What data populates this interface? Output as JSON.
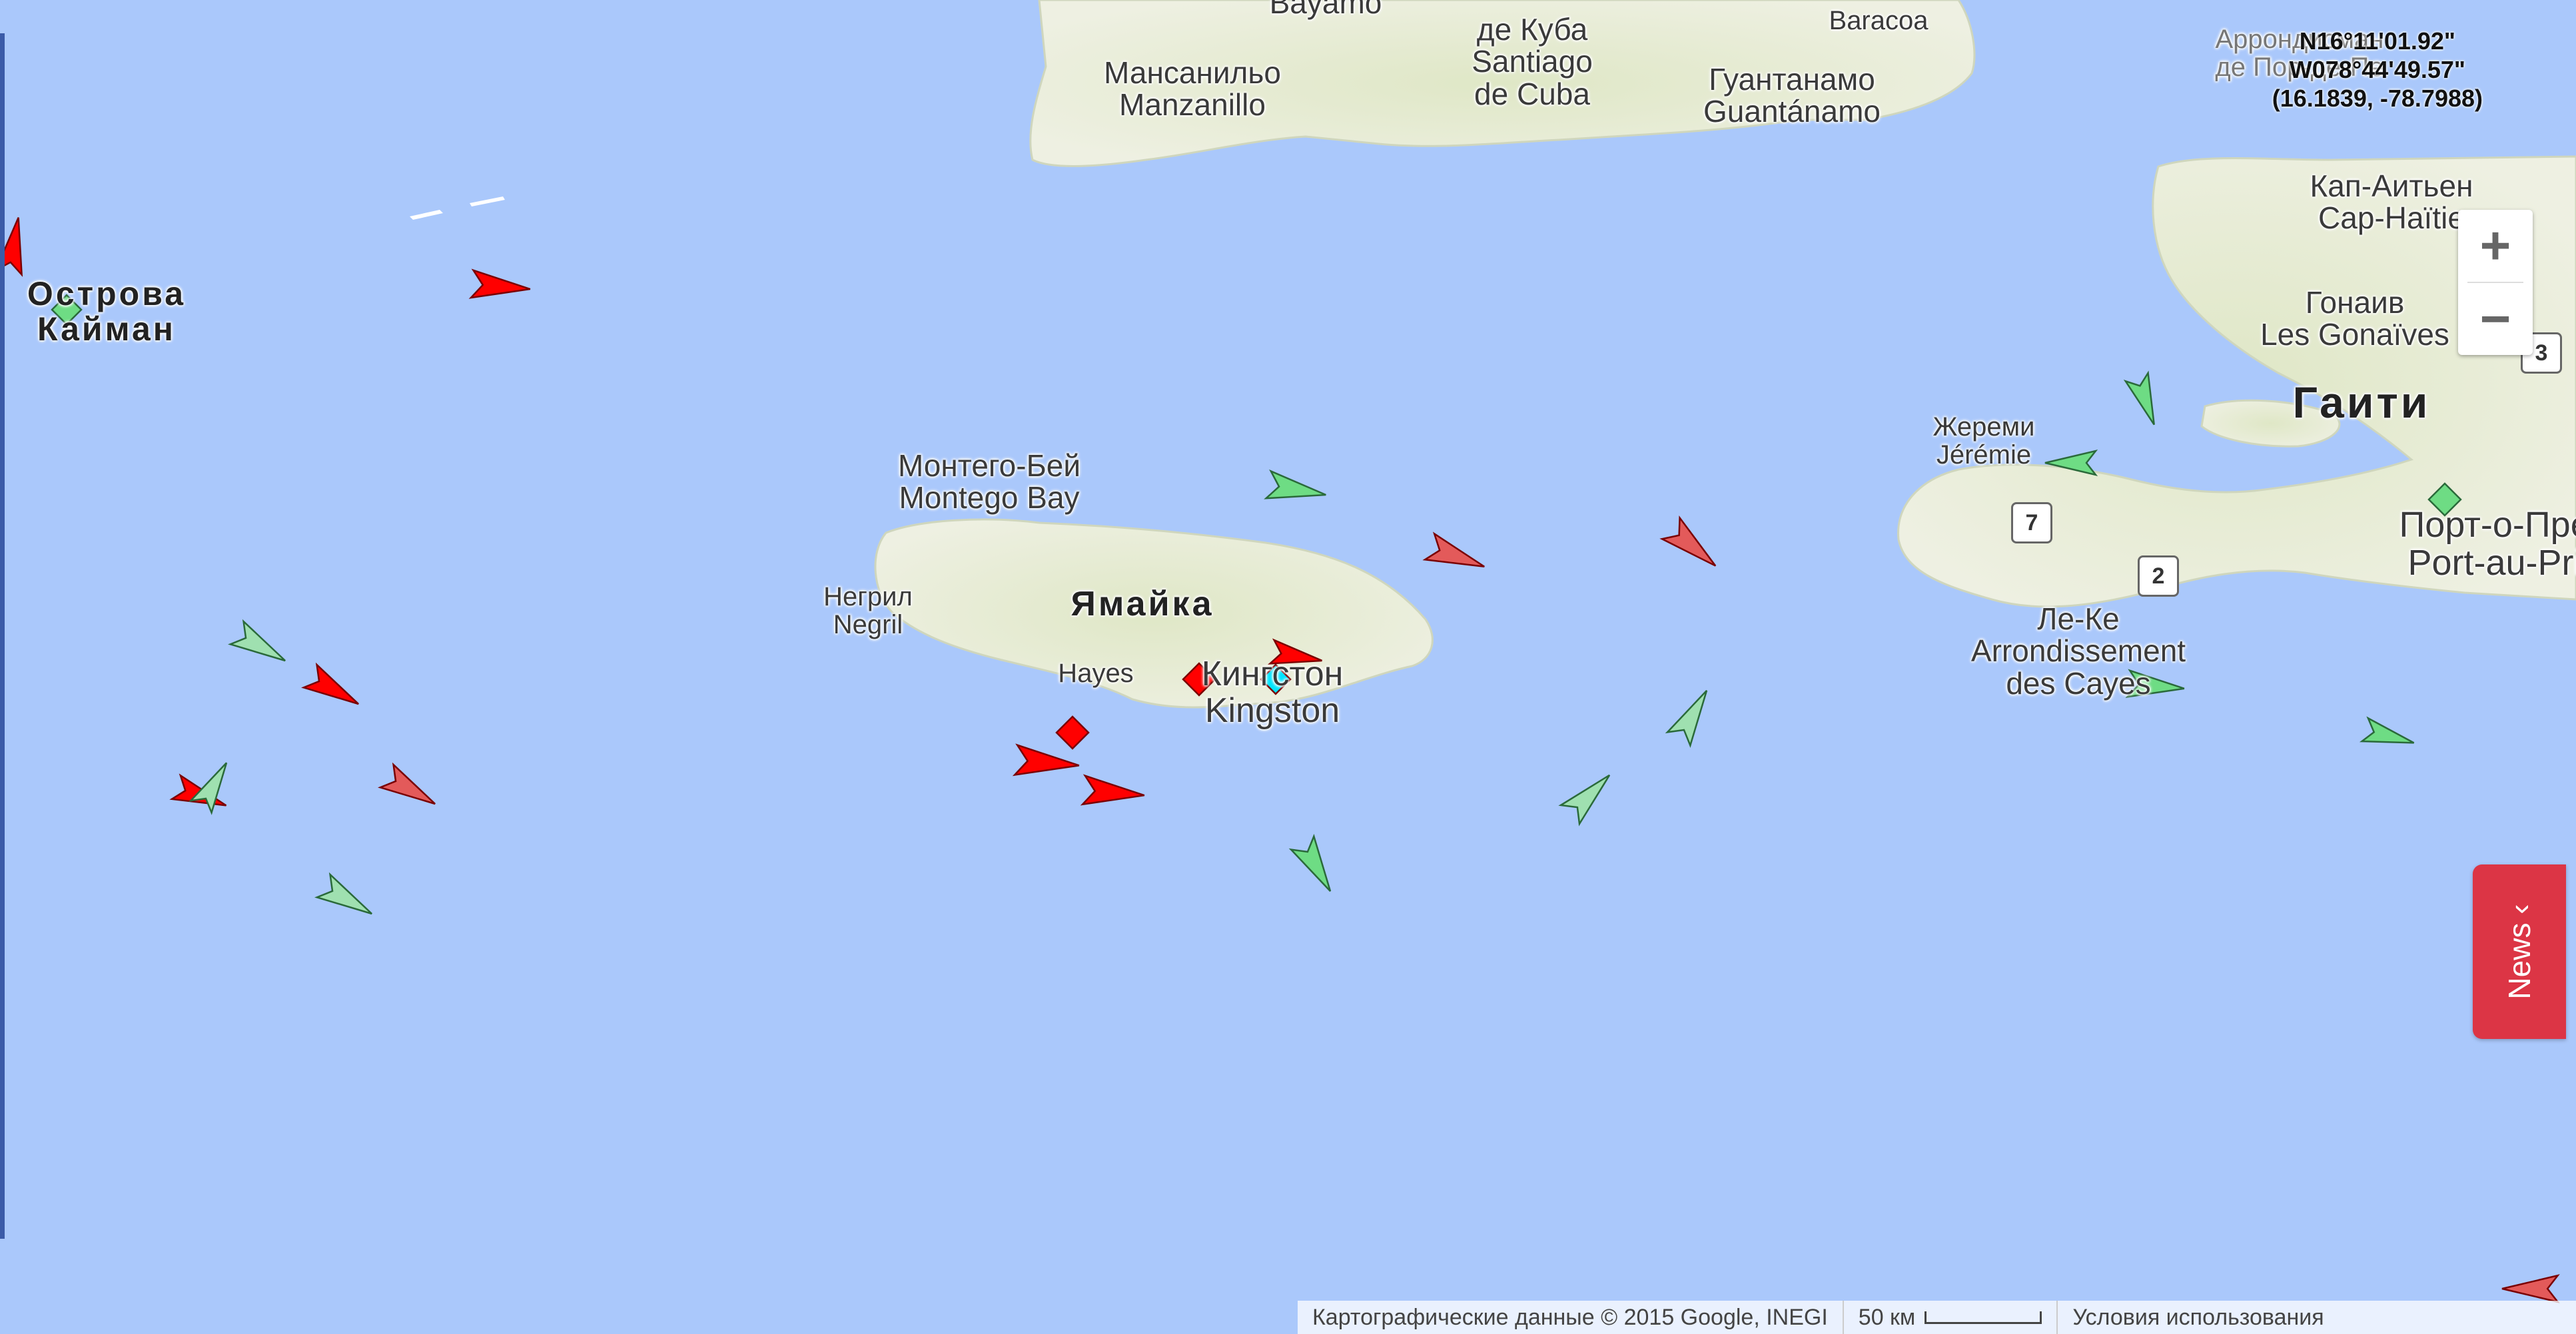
{
  "map": {
    "labels": {
      "bayamo": "Bayamo",
      "santiago_ru": "де Куба",
      "santiago_en": "Santiago",
      "santiago_en2": "de Cuba",
      "baracoa": "Baracoa",
      "manzanillo_ru": "Мансанильо",
      "manzanillo_en": "Manzanillo",
      "guantanamo_ru": "Гуантанамо",
      "guantanamo_en": "Guantánamo",
      "cayman_l1": "Острова",
      "cayman_l2": "Кайман",
      "montego_ru": "Монтего-Бей",
      "montego_en": "Montego Bay",
      "negril_ru": "Негрил",
      "negril_en": "Negril",
      "jamaica": "Ямайка",
      "hayes": "Hayes",
      "kingston_ru": "Кингстон",
      "kingston_en": "Kingston",
      "jeremie_ru": "Жереми",
      "jeremie_en": "Jérémie",
      "cap_haitien_ru": "Кап-Аитьен",
      "cap_haitien_en": "Cap-Haïtie",
      "gonaives_ru": "Гонаив",
      "gonaives_en": "Les Gonaïves",
      "haiti": "Гаити",
      "port_au_prince_ru": "Порт-о-Прен",
      "port_au_prince_en": "Port-au-Prin",
      "lescayes_ru": "Ле-Ке",
      "lescayes_en": "Arrondissement",
      "lescayes_en2": "des Cayes",
      "arrond_ru": "Аррондисман",
      "arrond_ru2": "де Пор-де-Пе"
    },
    "road_shields": [
      "7",
      "2",
      "3"
    ],
    "coordinate_readout": {
      "lat": "N16°11'01.92\"",
      "lon": "W078°44'49.57\"",
      "decimal": "(16.1839, -78.7988)"
    },
    "zoom": {
      "in": "+",
      "out": "−"
    },
    "news_tab": {
      "label": "News ‹",
      "color": "#dc3545"
    },
    "attribution": {
      "data": "Картографические данные © 2015 Google, INEGI",
      "scale": "50 км",
      "terms": "Условия использования"
    },
    "colors": {
      "sea": "#aac8fb",
      "land": "#e8ecd8",
      "vessel_cargo": "#ff0000",
      "vessel_cargo_faded": "#e35a5a",
      "vessel_passenger": "#6edc84",
      "vessel_passenger_faded": "#9fe0b0",
      "vessel_anchor": "#00e5ff"
    },
    "vessels": [
      {
        "type": "cargo",
        "status": "underway"
      },
      {
        "type": "cargo",
        "status": "underway"
      },
      {
        "type": "passenger",
        "status": "underway"
      },
      {
        "type": "cargo",
        "status": "underway"
      },
      {
        "type": "cargo",
        "status": "underway"
      },
      {
        "type": "passenger",
        "status": "underway"
      },
      {
        "type": "cargo",
        "status": "underway"
      },
      {
        "type": "passenger",
        "status": "underway"
      },
      {
        "type": "passenger",
        "status": "underway"
      },
      {
        "type": "cargo",
        "status": "underway"
      },
      {
        "type": "cargo",
        "status": "underway"
      },
      {
        "type": "cargo",
        "status": "anchored"
      },
      {
        "type": "cargo",
        "status": "anchored"
      },
      {
        "type": "passenger",
        "status": "underway"
      },
      {
        "type": "passenger",
        "status": "underway"
      },
      {
        "type": "passenger",
        "status": "underway"
      },
      {
        "type": "passenger",
        "status": "underway"
      },
      {
        "type": "passenger",
        "status": "underway"
      },
      {
        "type": "passenger",
        "status": "underway"
      },
      {
        "type": "passenger",
        "status": "underway"
      },
      {
        "type": "passenger",
        "status": "underway"
      },
      {
        "type": "cargo",
        "status": "underway"
      },
      {
        "type": "other",
        "status": "anchored"
      }
    ]
  }
}
